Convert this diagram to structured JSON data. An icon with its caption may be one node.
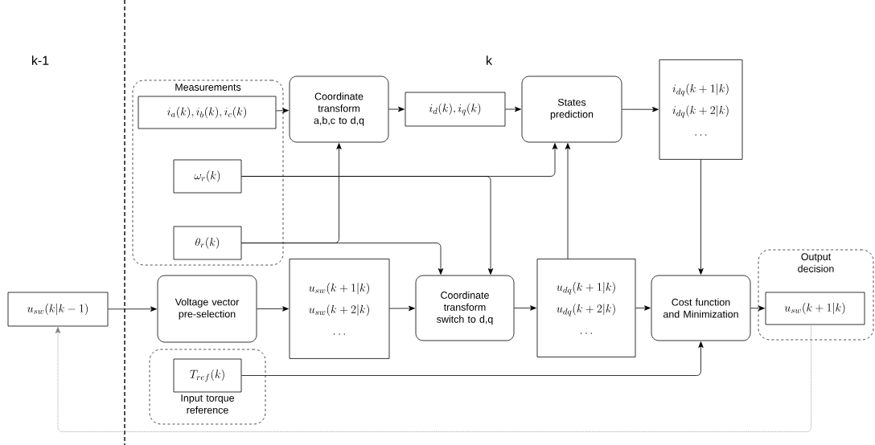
{
  "diagram": {
    "nodes": [
      {
        "text": [
          "Measurements"
        ]
      },
      {
        "text": [
          "i_a(k), i_b(k), i_c(k)"
        ],
        "in": 0
      },
      {
        "text": [
          "\\omega_r(k)"
        ],
        "in": 0
      },
      {
        "text": [
          "\\theta_r(k)"
        ],
        "in": 0
      },
      {
        "text": [
          "Coordinate transform a,b,c to d,q"
        ]
      },
      {
        "text": [
          "i_d(k), i_q(k)"
        ]
      },
      {
        "text": [
          "States prediction"
        ]
      },
      {
        "text": [
          "i_{dq}(k+1|k)",
          "i_{dq}(k+2|k)",
          "\\dots"
        ]
      },
      {
        "text": [
          "u_{sw}(k|k-1)"
        ]
      },
      {
        "text": [
          "Voltage vector pre-selection"
        ]
      },
      {
        "text": [
          "u_{sw}(k+1|k)",
          "u_{sw}(k+2|k)",
          "\\dots"
        ]
      },
      {
        "text": [
          "Coordinate transform switch to d,q"
        ]
      },
      {
        "text": [
          "u_{dq}(k+1|k)",
          "u_{dq}(k+2|k)",
          "\\dots"
        ]
      },
      {
        "text": [
          "Cost function and Minimization"
        ]
      },
      {
        "text": [
          "Output decision"
        ]
      },
      {
        "text": [
          "u_{sw}(k+1|k)"
        ],
        "in": 14
      },
      {
        "text": [
          "Input torque reference"
        ]
      },
      {
        "text": [
          "T_{ref}(k)"
        ],
        "in": 16
      }
    ],
    "edges": [
      {
        "from": 1,
        "to": 4,
        "arrow": "to"
      },
      {
        "from": 4,
        "to": 5,
        "arrow": "to"
      },
      {
        "from": 5,
        "to": 6,
        "arrow": "to"
      },
      {
        "from": 6,
        "to": 7,
        "arrow": "to"
      },
      {
        "from": 3,
        "to": 4,
        "arrow": "to"
      },
      {
        "from": 2,
        "to": 6,
        "arrow": "to"
      },
      {
        "from": 2,
        "to": 11,
        "arrow": "to"
      },
      {
        "from": 3,
        "to": 11,
        "arrow": "to"
      },
      {
        "from": 12,
        "to": 6,
        "arrow": "to"
      },
      {
        "from": 7,
        "to": 13,
        "arrow": "to"
      },
      {
        "from": 8,
        "to": 9,
        "arrow": "to"
      },
      {
        "from": 9,
        "to": 10,
        "arrow": "to"
      },
      {
        "from": 10,
        "to": 11,
        "arrow": "to"
      },
      {
        "from": 11,
        "to": 12,
        "arrow": "to"
      },
      {
        "from": 12,
        "to": 13,
        "arrow": "to"
      },
      {
        "from": 13,
        "to": 15,
        "arrow": "to"
      },
      {
        "from": 17,
        "to": 13,
        "arrow": "to"
      },
      {
        "from": 15,
        "to": 8,
        "arrow": "to",
        "style": "dashed",
        "color": "#808080"
      }
    ],
    "labels": [
      "k-1",
      "k"
    ]
  }
}
